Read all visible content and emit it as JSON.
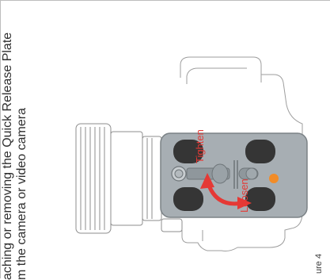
{
  "caption": {
    "line1": "aching or removing the Quick Release Plate",
    "line2": "m the camera or video camera"
  },
  "figure_label": "ure 4",
  "plate_labels": {
    "tighten": "Tighten",
    "loosen": "Loosen"
  },
  "colors": {
    "arrow": "#e53935",
    "plate": "#a7aeb3",
    "pad": "#353535",
    "outline": "#8a8a8a",
    "accent_dot": "#f28c28",
    "label": "#e53935"
  },
  "icons": {
    "rotate_arrow": "curved-double-arrow"
  }
}
